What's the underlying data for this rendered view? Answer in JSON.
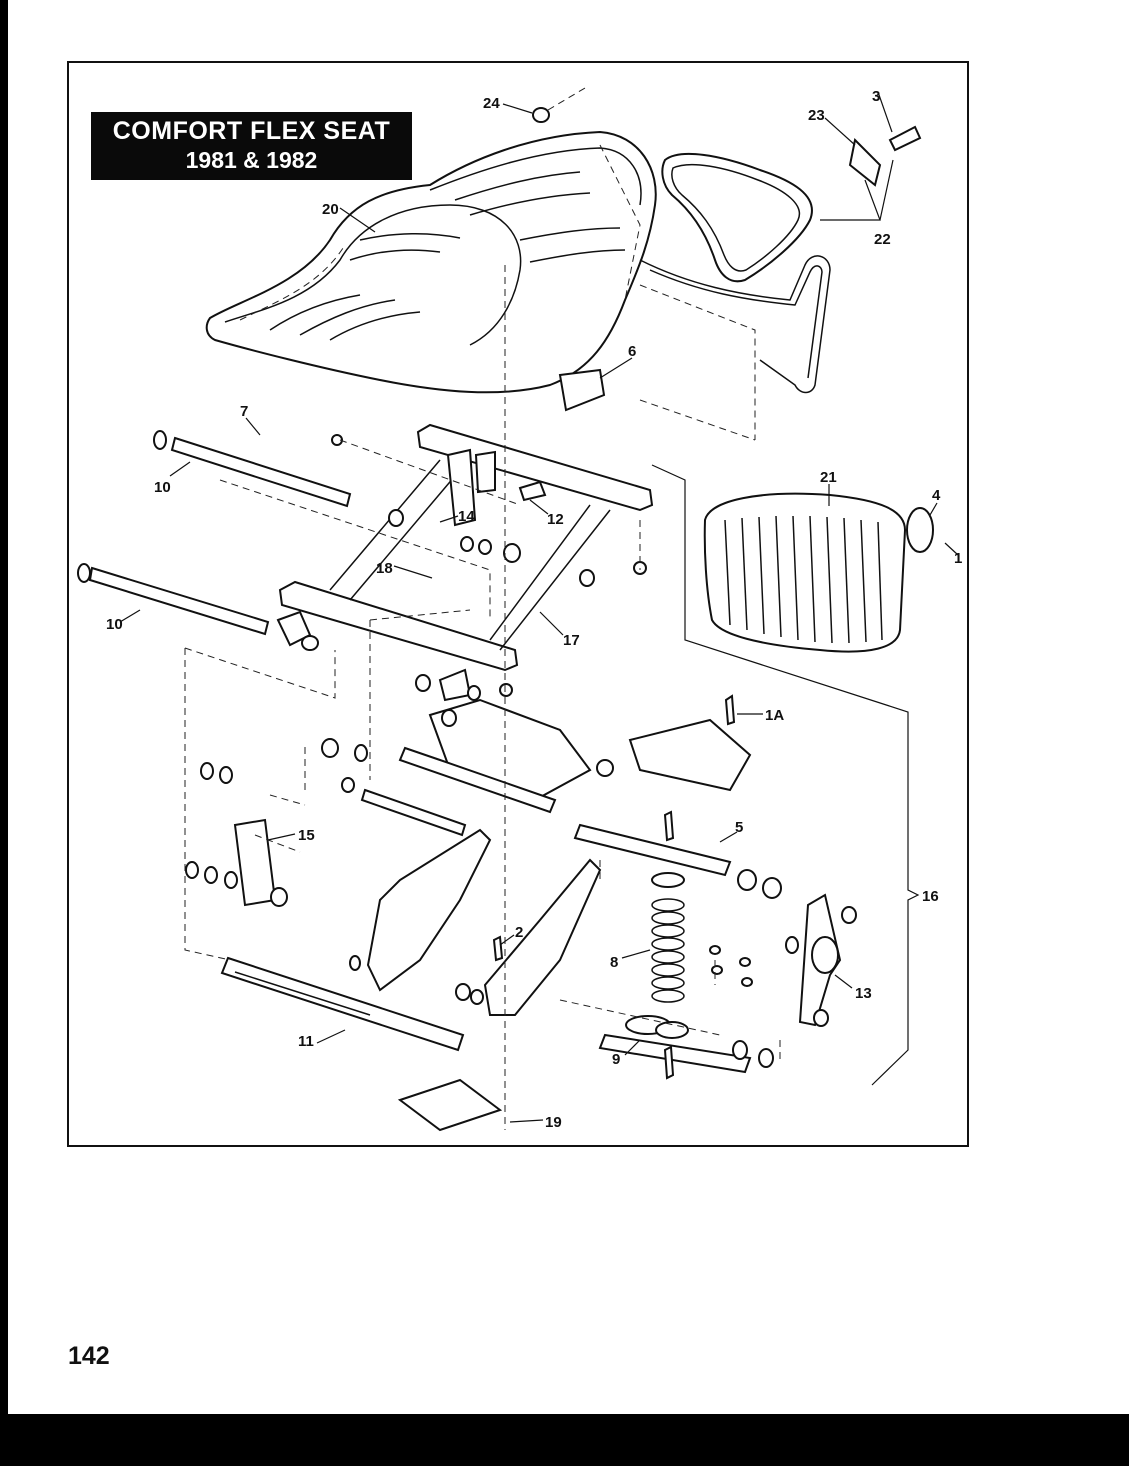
{
  "title": {
    "line1": "COMFORT FLEX SEAT",
    "line2": "1981 & 1982"
  },
  "page_number": "142",
  "callouts": {
    "c1": "1",
    "c1a": "1A",
    "c2": "2",
    "c3": "3",
    "c4": "4",
    "c5": "5",
    "c6": "6",
    "c7": "7",
    "c8": "8",
    "c9": "9",
    "c10a": "10",
    "c10b": "10",
    "c11": "11",
    "c12": "12",
    "c13": "13",
    "c14": "14",
    "c15": "15",
    "c16": "16",
    "c17": "17",
    "c18": "18",
    "c19": "19",
    "c20": "20",
    "c21": "21",
    "c22": "22",
    "c23": "23",
    "c24": "24"
  }
}
